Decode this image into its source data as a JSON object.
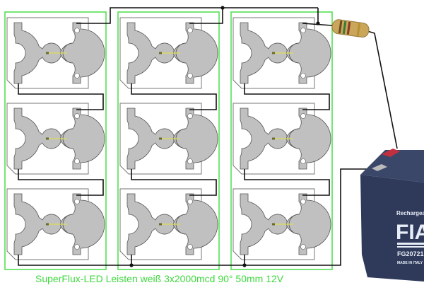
{
  "caption": "SuperFlux-LED Leisten weiß 3x2000mcd 90° 50mm 12V",
  "battery": {
    "label_top": "Rechargeab",
    "brand": "FIA",
    "model": "FG20721",
    "origin": "MADE IN ITALY",
    "body_color": "#2f3a5a"
  },
  "layout": {
    "columns": 3,
    "rows_per_column": 3
  },
  "colors": {
    "strip_outline": "#55e055",
    "led_pad": "#c0c0c0",
    "wire": "#111111",
    "led_center_line": "#dddd55"
  }
}
